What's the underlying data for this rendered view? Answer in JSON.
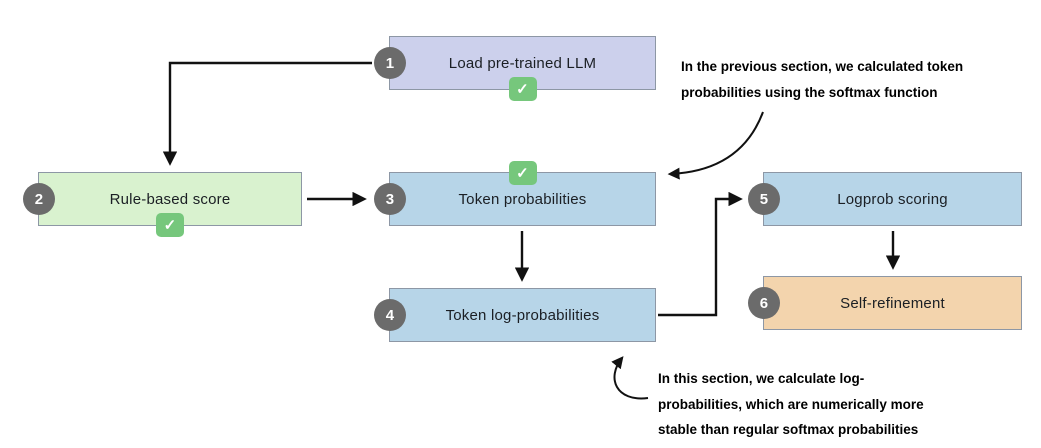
{
  "boxes": [
    {
      "number": "1",
      "label": "Load pre-trained LLM",
      "bg": "#ccd0ec",
      "checked": true
    },
    {
      "number": "2",
      "label": "Rule-based score",
      "bg": "#d9f2cf",
      "checked": true
    },
    {
      "number": "3",
      "label": "Token probabilities",
      "bg": "#b7d5e8",
      "checked": true
    },
    {
      "number": "4",
      "label": "Token log-probabilities",
      "bg": "#b7d5e8",
      "checked": false
    },
    {
      "number": "5",
      "label": "Logprob scoring",
      "bg": "#b7d5e8",
      "checked": false
    },
    {
      "number": "6",
      "label": "Self-refinement",
      "bg": "#f3d4ad",
      "checked": false
    }
  ],
  "annotations": {
    "previous": {
      "lines": [
        "In the previous section, we calculated token",
        "probabilities using the softmax function"
      ]
    },
    "current": {
      "lines": [
        "In this section, we calculate log-",
        "probabilities, which are numerically more",
        "stable than regular softmax probabilities"
      ]
    }
  },
  "icons": {
    "check": "✓"
  },
  "colors": {
    "badge": "#6b6b6b",
    "check_bg": "#76c77c",
    "arrow": "#111111"
  }
}
